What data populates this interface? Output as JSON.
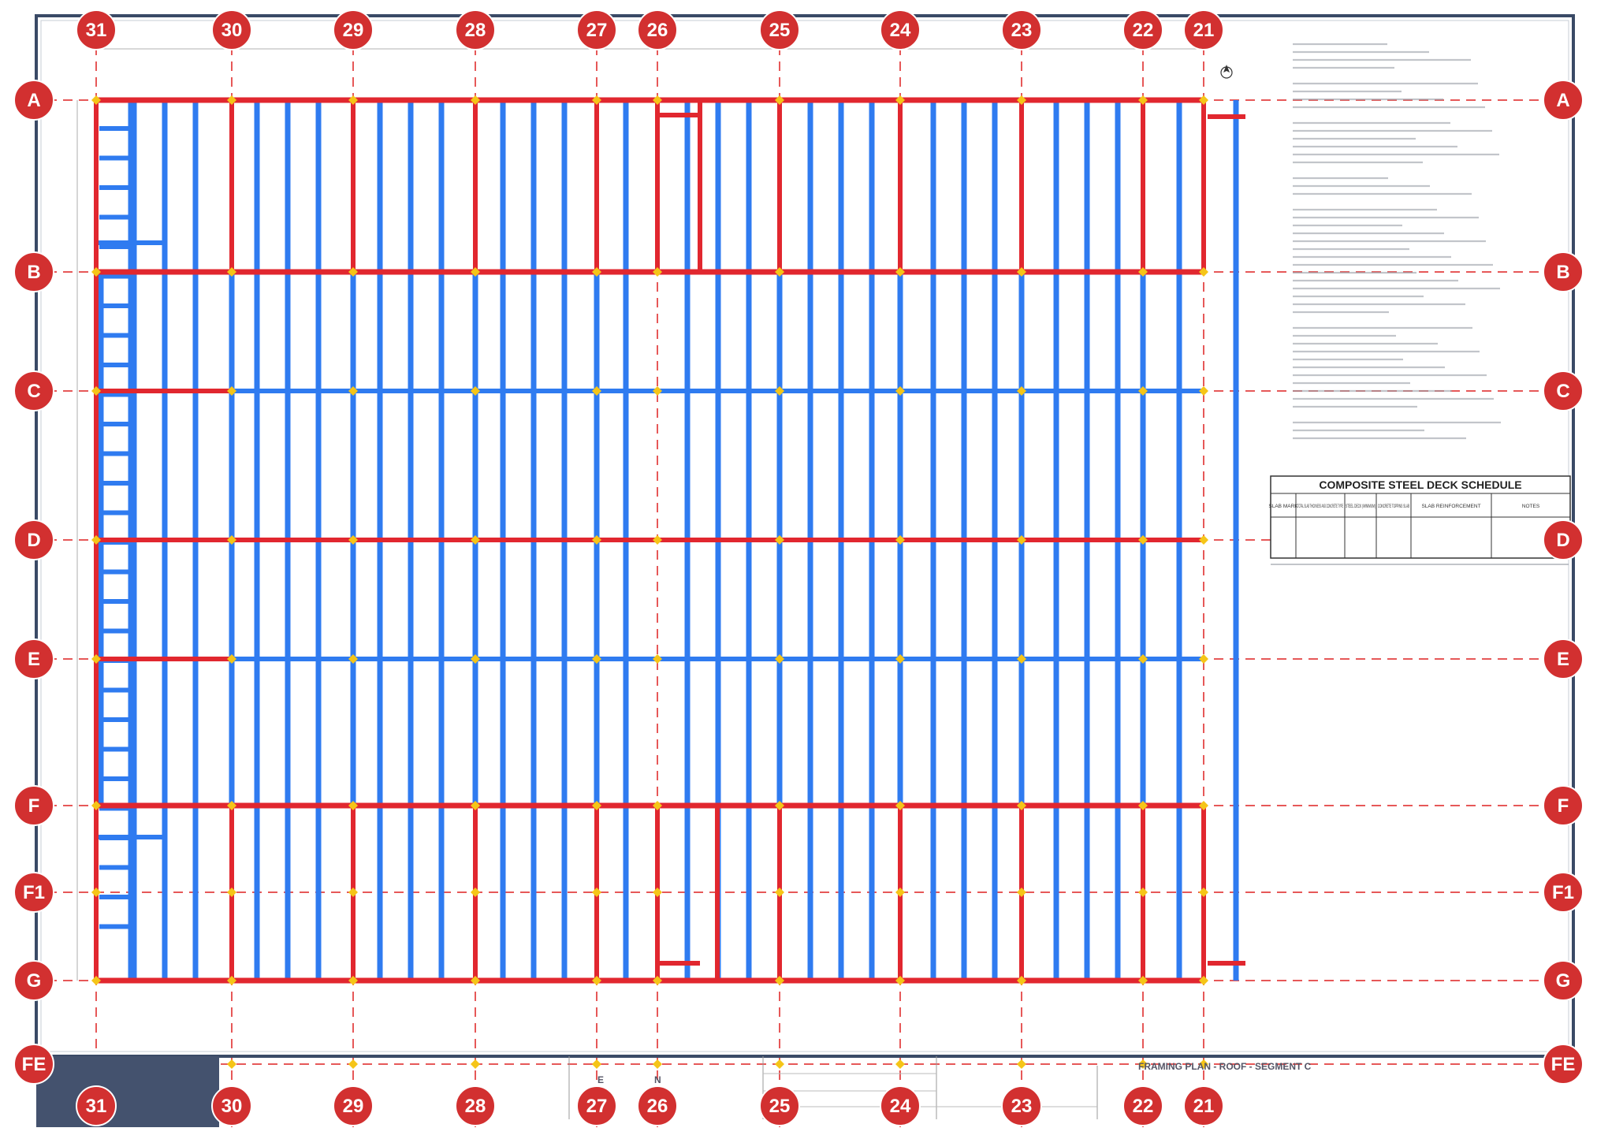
{
  "colors": {
    "beam_primary": "#e1272f",
    "joist": "#2f7bf0",
    "grid": "#e23b3b",
    "bubble": "#d23030",
    "column": "#f5c518",
    "border": "#3a4a66",
    "title_block_fill": "#44526e"
  },
  "grid": {
    "columns": [
      {
        "label": "31",
        "x": 31
      },
      {
        "label": "30",
        "x": 30
      },
      {
        "label": "29",
        "x": 29
      },
      {
        "label": "28",
        "x": 28
      },
      {
        "label": "27",
        "x": 27
      },
      {
        "label": "26",
        "x": 26
      },
      {
        "label": "25",
        "x": 25
      },
      {
        "label": "24",
        "x": 24
      },
      {
        "label": "23",
        "x": 23
      },
      {
        "label": "22",
        "x": 22
      },
      {
        "label": "21",
        "x": 21
      }
    ],
    "rows": [
      "A",
      "B",
      "C",
      "D",
      "E",
      "F",
      "F1",
      "G",
      "FE"
    ]
  },
  "schedule": {
    "title": "COMPOSITE STEEL DECK SCHEDULE",
    "headers": [
      "SLAB MARK",
      "TOTAL SLAB THICKNESS AND CONCRETE TYPE",
      "STEEL DECK (MINIMUM)",
      "CONCRETE TOPPING SLAB",
      "SLAB REINFORCEMENT",
      "NOTES"
    ]
  },
  "title_block": {
    "sheet_title": "FRAMING PLAN - ROOF - SEGMENT C",
    "mark_e": "E",
    "mark_n": "N"
  }
}
